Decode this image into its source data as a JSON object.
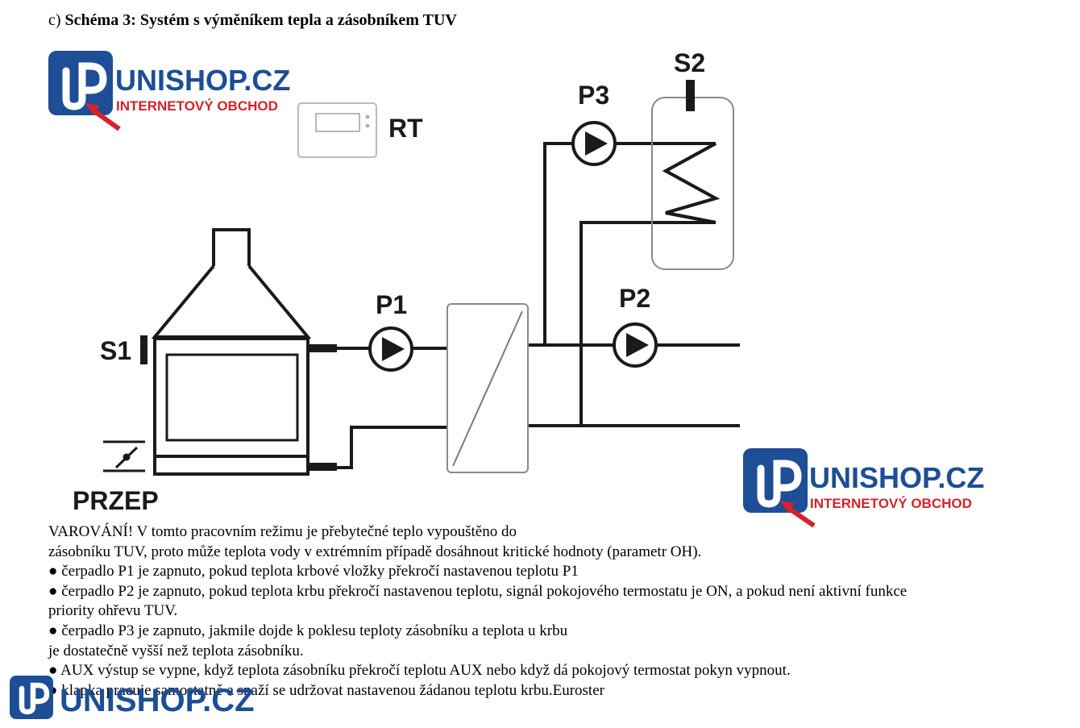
{
  "heading": {
    "prefix": "c)",
    "title": "Schéma 3: Systém s výměníkem tepla a zásobníkem TUV"
  },
  "diagram": {
    "labels": {
      "rt": "RT",
      "s1": "S1",
      "s2": "S2",
      "p1": "P1",
      "p2": "P2",
      "p3": "P3",
      "przep": "PRZEP"
    }
  },
  "watermark": {
    "brand": "UNISHOP.CZ",
    "tagline": "INTERNETOVÝ OBCHOD",
    "colors": {
      "blue": "#1d4e96",
      "red": "#d4232b"
    }
  },
  "text": {
    "lines": [
      "VAROVÁNÍ! V tomto pracovním režimu je přebytečné teplo vypouštěno do",
      "zásobníku TUV, proto může teplota vody v extrémním případě dosáhnout kritické hodnoty (parametr OH).",
      "● čerpadlo P1 je zapnuto, pokud teplota krbové vložky překročí nastavenou teplotu  P1",
      "● čerpadlo P2 je zapnuto, pokud teplota krbu překročí nastavenou teplotu, signál pokojového termostatu je ON, a pokud není aktivní funkce",
      "priority ohřevu TUV.",
      "● čerpadlo P3 je zapnuto, jakmile dojde k poklesu teploty zásobníku a teplota u krbu",
      "je dostatečně vyšší než teplota zásobníku.",
      "● AUX výstup se vypne, když teplota zásobníku překročí teplotu AUX nebo když  dá pokojový termostat pokyn vypnout.",
      "● klapka pracuje samostatně a snaží se udržovat nastavenou žádanou teplotu krbu.Euroster"
    ]
  }
}
